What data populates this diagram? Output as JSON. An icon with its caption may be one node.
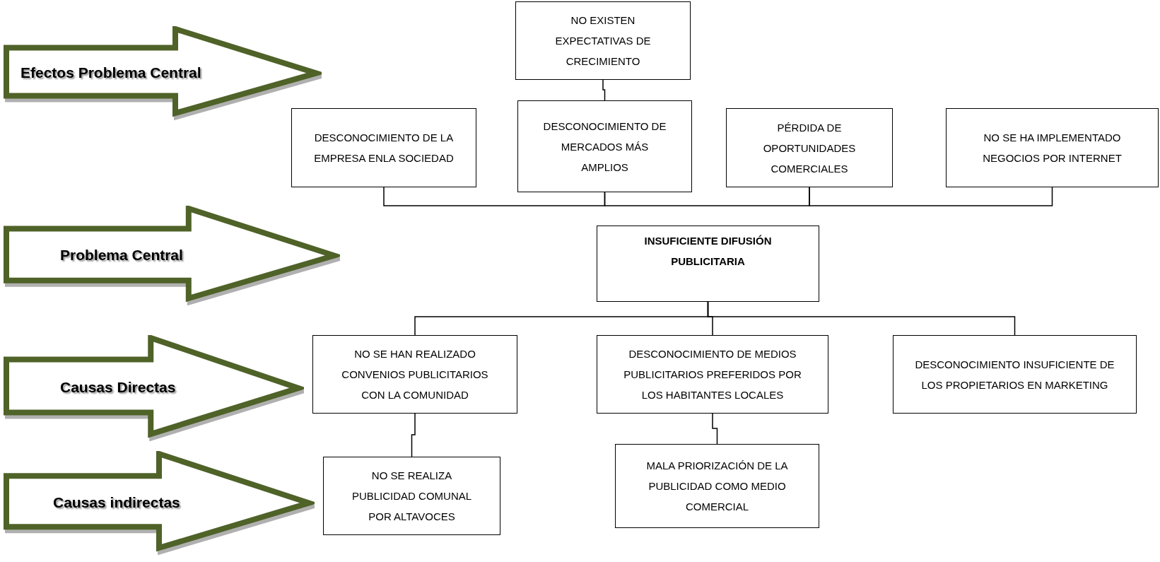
{
  "diagram": {
    "nodes": [
      {
        "text": [
          "Efectos Problema Central"
        ]
      },
      {
        "text": [
          "NO EXISTEN EXPECTATIVAS DE CRECIMIENTO"
        ]
      },
      {
        "text": [
          "DESCONOCIMIENTO DE LA EMPRESA ENLA SOCIEDAD"
        ]
      },
      {
        "text": [
          "DESCONOCIMIENTO DE MERCADOS MÁS AMPLIOS"
        ]
      },
      {
        "text": [
          "PÉRDIDA DE OPORTUNIDADES COMERCIALES"
        ]
      },
      {
        "text": [
          "NO SE HA IMPLEMENTADO NEGOCIOS POR INTERNET"
        ]
      },
      {
        "text": [
          "Problema Central"
        ]
      },
      {
        "text": [
          "INSUFICIENTE DIFUSIÓN PUBLICITARIA"
        ]
      },
      {
        "text": [
          "Causas Directas"
        ]
      },
      {
        "text": [
          "NO SE HAN REALIZADO CONVENIOS PUBLICITARIOS CON LA COMUNIDAD"
        ]
      },
      {
        "text": [
          "DESCONOCIMIENTO DE MEDIOS PUBLICITARIOS PREFERIDOS POR LOS HABITANTES LOCALES"
        ]
      },
      {
        "text": [
          "DESCONOCIMIENTO INSUFICIENTE DE LOS PROPIETARIOS EN MARKETING"
        ]
      },
      {
        "text": [
          "Causas indirectas"
        ]
      },
      {
        "text": [
          "NO SE REALIZA PUBLICIDAD COMUNAL POR ALTAVOCES"
        ]
      },
      {
        "text": [
          "MALA PRIORIZACIÓN DE LA PUBLICIDAD COMO MEDIO COMERCIAL"
        ]
      }
    ],
    "edges": [
      {
        "from": 1,
        "to": 3,
        "arrow": "none"
      },
      {
        "from": 2,
        "to": 3,
        "arrow": "none"
      },
      {
        "from": 3,
        "to": 4,
        "arrow": "none"
      },
      {
        "from": 4,
        "to": 5,
        "arrow": "none"
      },
      {
        "from": 7,
        "to": 9,
        "arrow": "none"
      },
      {
        "from": 7,
        "to": 10,
        "arrow": "none"
      },
      {
        "from": 7,
        "to": 11,
        "arrow": "none"
      },
      {
        "from": 9,
        "to": 13,
        "arrow": "none"
      },
      {
        "from": 10,
        "to": 14,
        "arrow": "none"
      }
    ]
  }
}
